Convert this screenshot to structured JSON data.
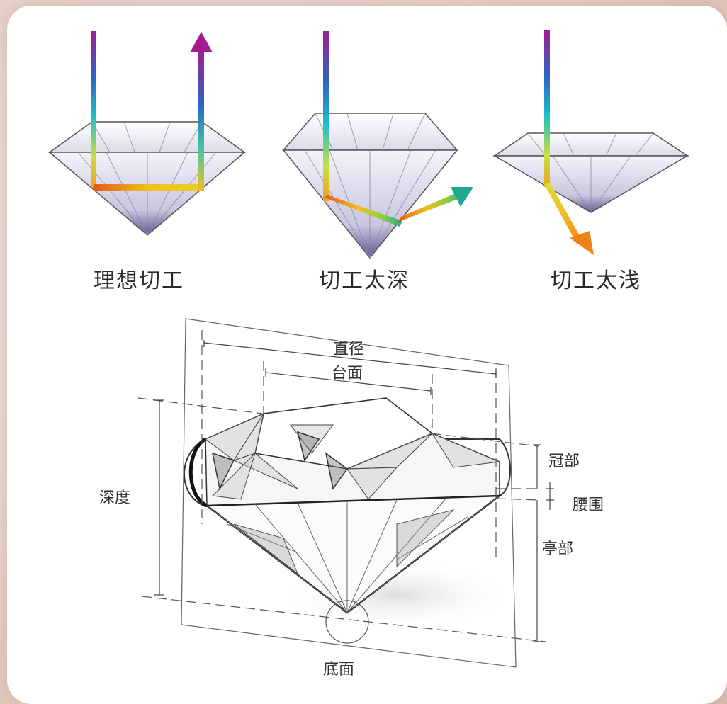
{
  "top_captions": {
    "ideal": "理想切工",
    "too_deep": "切工太深",
    "too_shallow": "切工太浅"
  },
  "anatomy_labels": {
    "diameter": "直径",
    "table": "台面",
    "crown": "冠部",
    "girdle": "腰围",
    "pavilion": "亭部",
    "depth": "深度",
    "culet": "底面"
  },
  "colors": {
    "background": "#e6cfc6",
    "card": "#ffffff",
    "diamond_shade": "#7c76a6",
    "line": "#444444"
  }
}
